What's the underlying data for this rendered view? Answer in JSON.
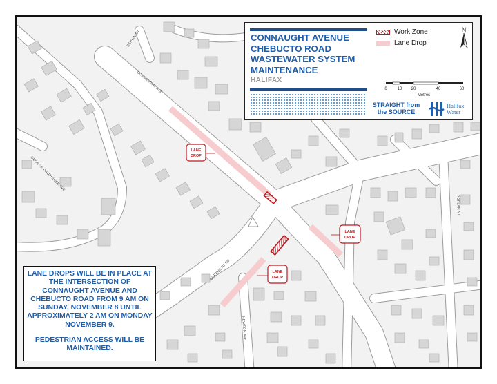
{
  "title": {
    "line1": "CONNAUGHT AVENUE",
    "line2": "CHEBUCTO ROAD",
    "line3": "WASTEWATER SYSTEM",
    "line4": "MAINTENANCE",
    "subtitle": "HALIFAX"
  },
  "legend": {
    "work_zone": "Work Zone",
    "lane_drop": "Lane Drop",
    "work_zone_color": "#c0171d",
    "lane_drop_color": "#f7cccf"
  },
  "north_arrow": {
    "label": "N"
  },
  "scale": {
    "ticks": [
      "0",
      "10",
      "20",
      "40",
      "60"
    ],
    "unit": "Metres"
  },
  "logos": {
    "straight_line1": "STRAIGHT from",
    "straight_line2": "the SOURCE",
    "halifax_water_line1": "Halifax",
    "halifax_water_line2": "Water"
  },
  "streets": {
    "connaught": "CONNAUGHT AVE",
    "chebucto": "CHEBUCTO RD",
    "george_dauphinee": "GEORGE DAUPHINEE AVE",
    "poplar": "POPLAR ST",
    "newton": "NEWTON AVE",
    "berlin": "BERLIN ST"
  },
  "lane_drop_tags": [
    {
      "line1": "LANE",
      "line2": "DROP"
    },
    {
      "line1": "LANE",
      "line2": "DROP"
    },
    {
      "line1": "LANE",
      "line2": "DROP"
    }
  ],
  "notice": {
    "main": "LANE DROPS WILL BE IN PLACE AT THE INTERSECTION OF CONNAUGHT AVENUE AND CHEBUCTO ROAD FROM 9 AM ON SUNDAY, NOVEMBER 8 UNTIL APPROXIMATELY 2 AM ON MONDAY NOVEMBER 9.",
    "pedestrian": "PEDESTRIAN ACCESS WILL BE MAINTAINED."
  },
  "colors": {
    "title_blue": "#1f5ea8",
    "accent_red": "#c0171d",
    "building_gray": "#d6d6d6",
    "road_white": "#ffffff"
  }
}
